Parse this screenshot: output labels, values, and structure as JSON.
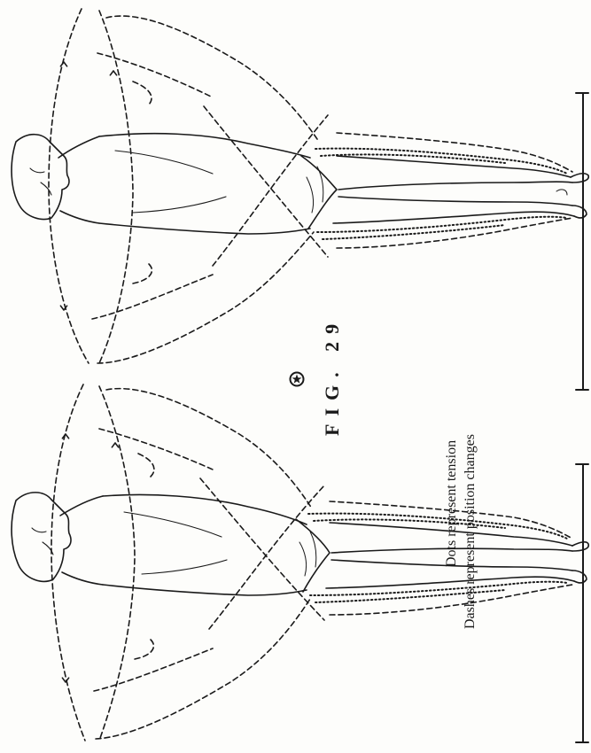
{
  "figure": {
    "label": "FIG. 29"
  },
  "legend": {
    "dots": "Dots represent tension",
    "dashes": "Dashes represent position changes"
  }
}
